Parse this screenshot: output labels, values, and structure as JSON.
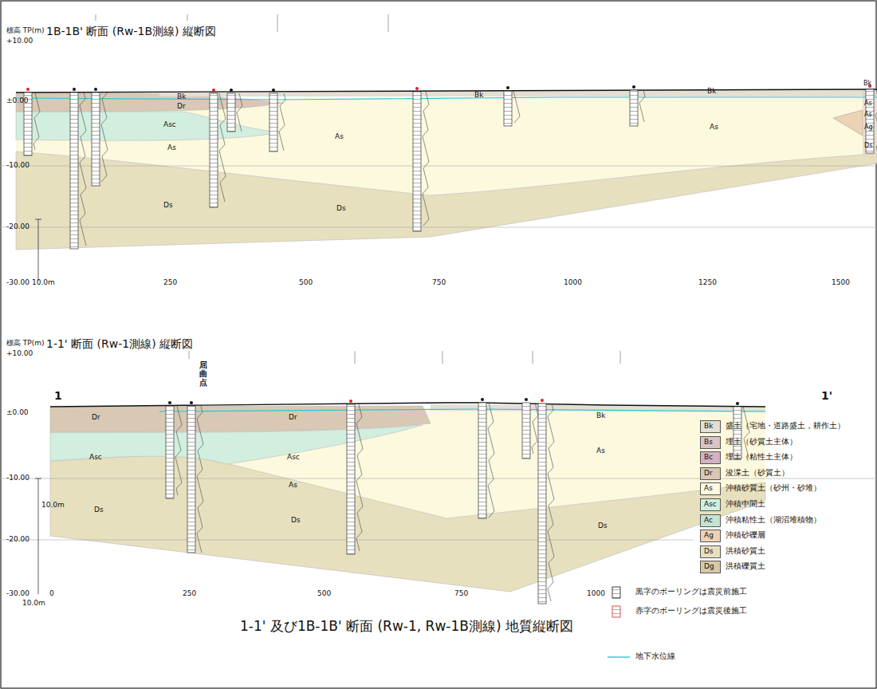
{
  "diagram": {
    "caption": "1-1' 及び1B-1B' 断面 (Rw-1, Rw-1B測線) 地質縦断図",
    "labels": [
      "標高 TP(m)",
      "1B-1B' 断面 (Rw-1B測線) 縦断図",
      "+10.00",
      "±0.00",
      "-10.00",
      "-20.00",
      "-30.00",
      "10.0m",
      "250",
      "500",
      "750",
      "1000",
      "1250",
      "1500",
      "Bk",
      "Dr",
      "Asc",
      "As",
      "As",
      "Ds",
      "Ds",
      "Bk",
      "Bk",
      "As",
      "Bk",
      "As",
      "As",
      "Ag",
      "Ds",
      "標高 TP(m)",
      "1-1' 断面 (Rw-1測線) 縦断図",
      "+10.00",
      "±0.00",
      "-10.00",
      "-20.00",
      "-30.00",
      "10.0m",
      "10.0m",
      "0",
      "250",
      "500",
      "750",
      "1000",
      "1",
      "1'",
      "屈曲点",
      "Dr",
      "Asc",
      "Ds",
      "Dr",
      "Asc",
      "As",
      "Ds",
      "Bk",
      "As",
      "Ds",
      "Bk",
      "Bs",
      "Bc",
      "Dr",
      "As",
      "Asc",
      "Ac",
      "Ag",
      "Ds",
      "Dg"
    ],
    "legend": [
      {
        "text": "盛土（宅地・道路盛土，耕作土）",
        "color": "#e2dfd3"
      },
      {
        "text": "埋土（砂質土主体）",
        "color": "#dcc3c6"
      },
      {
        "text": "埋土（粘性土主体）",
        "color": "#d4b2bf"
      },
      {
        "text": "浚渫土（砂質土）",
        "color": "#d8c8b4"
      },
      {
        "text": "沖積砂質土（砂州・砂堆）",
        "color": "#fcf9de"
      },
      {
        "text": "沖積中間土",
        "color": "#d2eedf"
      },
      {
        "text": "沖積粘性土（湖沼堆積物）",
        "color": "#c6e4d3"
      },
      {
        "text": "沖積砂礫層",
        "color": "#ecd3b6"
      },
      {
        "text": "洪積砂質土",
        "color": "#e6e0bf"
      },
      {
        "text": "洪積礫質土",
        "color": "#d8c9a5"
      },
      {
        "text": "黒字のボーリングは震災前施工"
      },
      {
        "text": "赤字のボーリングは震災後施工"
      },
      {
        "text": "地下水位線"
      }
    ]
  }
}
